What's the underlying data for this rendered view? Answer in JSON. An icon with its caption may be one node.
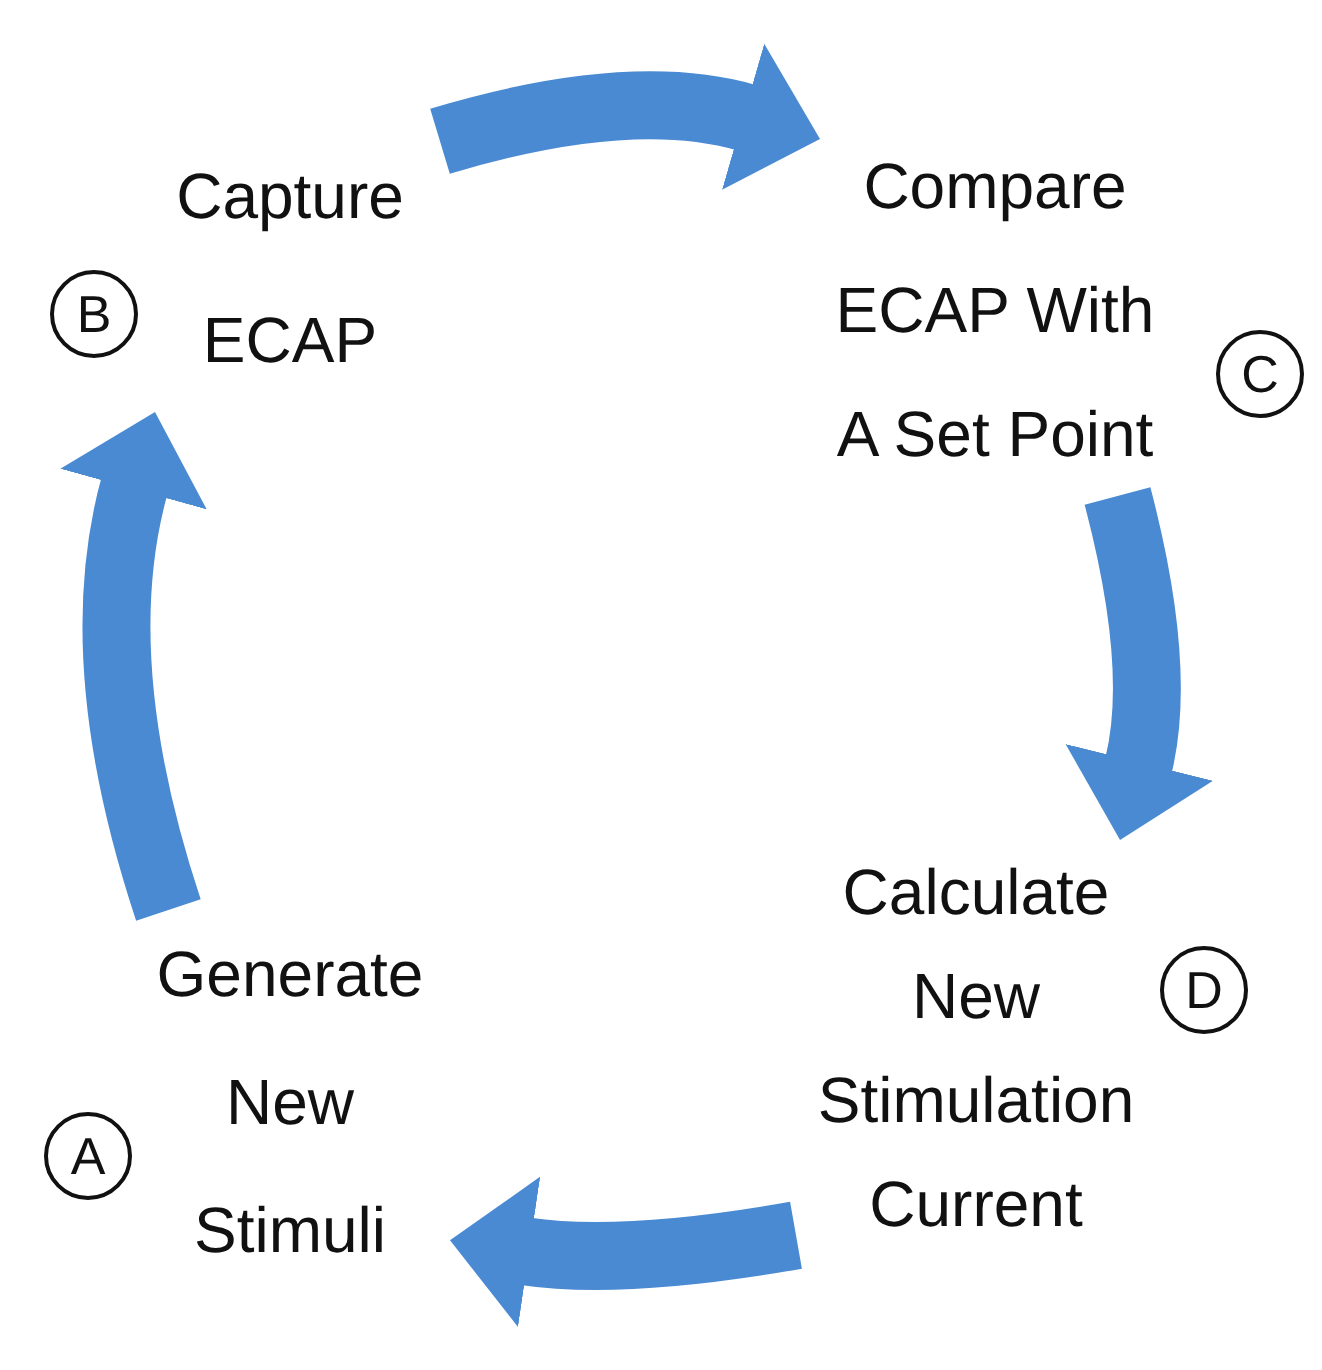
{
  "diagram": {
    "nodes": [
      {
        "text": [
          "B"
        ]
      },
      {
        "text": [
          "Capture ECAP"
        ]
      },
      {
        "text": [
          "Compare ECAP With A Set Point"
        ]
      },
      {
        "text": [
          "C"
        ]
      },
      {
        "text": [
          "Calculate New Stimulation Current"
        ]
      },
      {
        "text": [
          "D"
        ]
      },
      {
        "text": [
          "A"
        ]
      },
      {
        "text": [
          "Generate New Stimuli"
        ]
      }
    ],
    "edges": [
      {
        "from": 7,
        "to": 1,
        "arrow": "to"
      },
      {
        "from": 1,
        "to": 2,
        "arrow": "to"
      },
      {
        "from": 2,
        "to": 4,
        "arrow": "to"
      },
      {
        "from": 4,
        "to": 7,
        "arrow": "to"
      }
    ]
  }
}
